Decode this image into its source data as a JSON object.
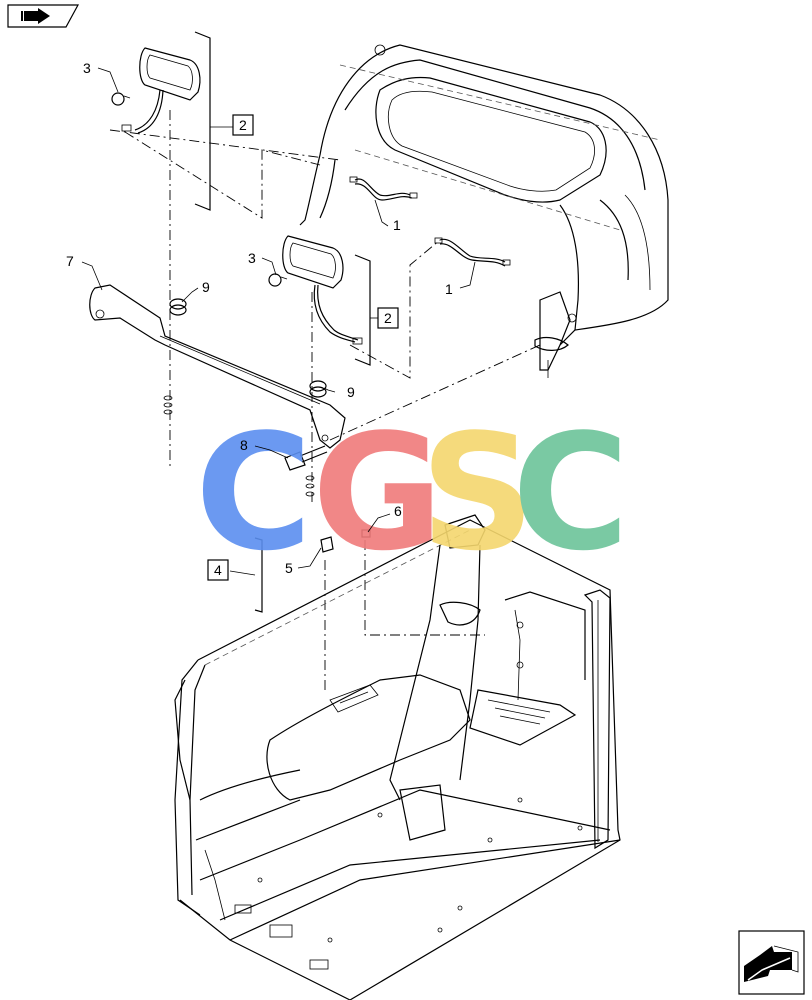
{
  "watermark": {
    "letters": [
      "C",
      "G",
      "S",
      "C"
    ],
    "colors": [
      "#5b8ff0",
      "#f07b7b",
      "#f5d76e",
      "#6cc49a"
    ]
  },
  "callouts": {
    "c1a": "1",
    "c1b": "1",
    "c3a": "3",
    "c3b": "3",
    "c5": "5",
    "c6": "6",
    "c7": "7",
    "c8": "8",
    "c9a": "9",
    "c9b": "9"
  },
  "boxed_callouts": {
    "b2a": "2",
    "b2b": "2",
    "b4": "4"
  },
  "icons": {
    "top_left": "book-arrow-icon",
    "bottom_right": "previous-page-arrow-icon"
  }
}
